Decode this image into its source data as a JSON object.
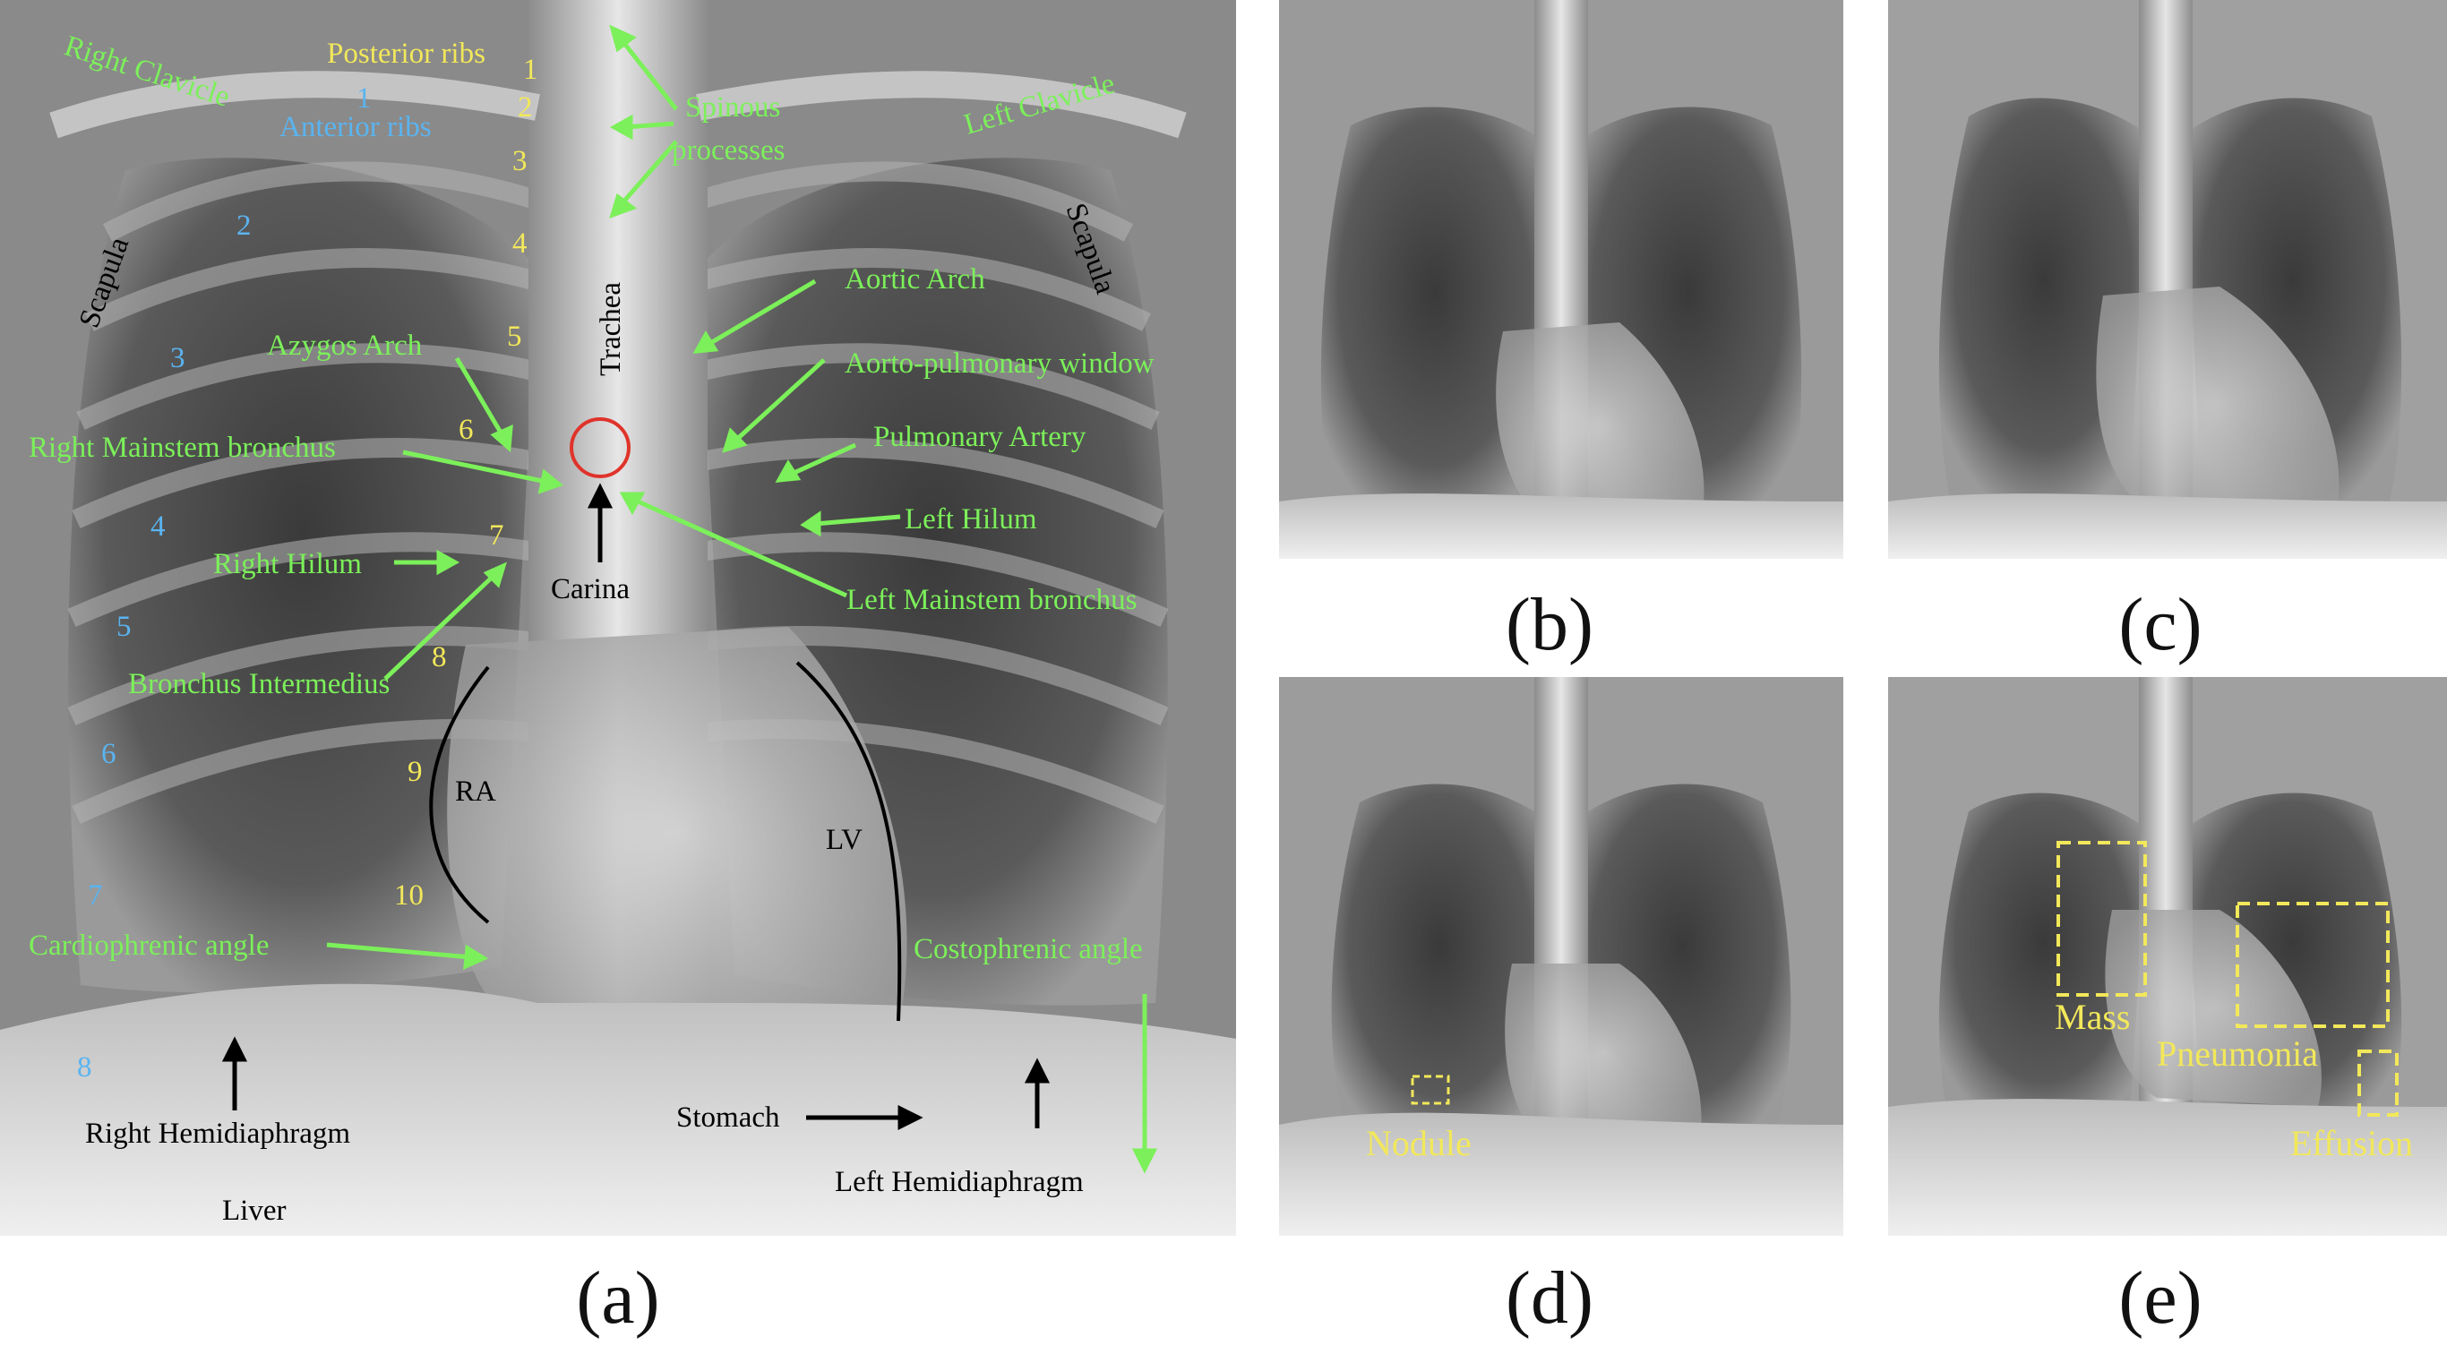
{
  "colors": {
    "green_label": "#7CF05A",
    "yellow_label": "#F2E85A",
    "blue_label": "#5AB4F0",
    "black_label": "#000000",
    "circle": "#E0332A",
    "box": "#F2E85A"
  },
  "captions": {
    "a": "(a)",
    "b": "(b)",
    "c": "(c)",
    "d": "(d)",
    "e": "(e)"
  },
  "panel_a": {
    "green": {
      "right_clavicle": "Right Clavicle",
      "left_clavicle": "Left Clavicle",
      "spinous_1": "Spinous",
      "spinous_2": "processes",
      "aortic_arch": "Aortic Arch",
      "azygos_arch": "Azygos Arch",
      "ap_window": "Aorto-pulmonary window",
      "right_mainstem": "Right Mainstem bronchus",
      "pulmonary_artery": "Pulmonary Artery",
      "left_hilum": "Left Hilum",
      "right_hilum": "Right Hilum",
      "left_mainstem": "Left Mainstem bronchus",
      "bronchus_intermedius": "Bronchus Intermedius",
      "cardiophrenic_angle": "Cardiophrenic angle",
      "costophrenic_angle": "Costophrenic angle"
    },
    "yellow": {
      "posterior_ribs": "Posterior ribs",
      "n1": "1",
      "n2": "2",
      "n3": "3",
      "n4": "4",
      "n5": "5",
      "n6": "6",
      "n7": "7",
      "n8": "8",
      "n9": "9",
      "n10": "10"
    },
    "blue": {
      "anterior_ribs": "Anterior ribs",
      "n1": "1",
      "n2": "2",
      "n3": "3",
      "n4": "4",
      "n5": "5",
      "n6": "6",
      "n7": "7",
      "n8": "8"
    },
    "black": {
      "scapula_left": "Scapula",
      "scapula_right": "Scapula",
      "trachea": "Trachea",
      "carina": "Carina",
      "ra": "RA",
      "lv": "LV",
      "right_hemidiaphragm": "Right Hemidiaphragm",
      "stomach": "Stomach",
      "left_hemidiaphragm": "Left Hemidiaphragm",
      "liver": "Liver"
    }
  },
  "panel_d": {
    "nodule": "Nodule"
  },
  "panel_e": {
    "mass": "Mass",
    "pneumonia": "Pneumonia",
    "effusion": "Effusion"
  }
}
